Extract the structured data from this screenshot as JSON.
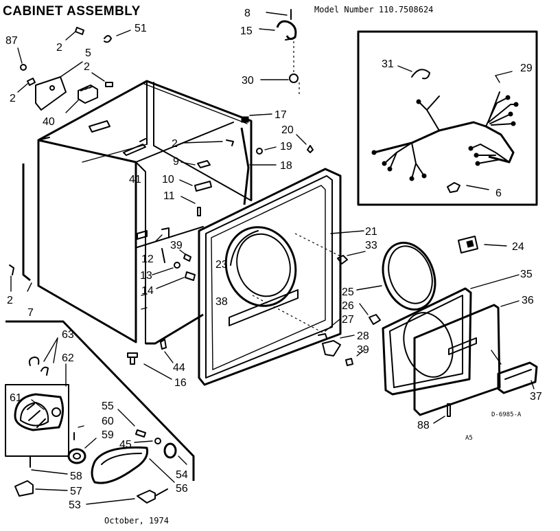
{
  "title": "CABINET ASSEMBLY",
  "model": "Model Number 110.7508624",
  "date": "October, 1974",
  "diagram_code": "D-6985-A",
  "page_code": "A5",
  "callouts": [
    {
      "id": "c2a",
      "text": "2"
    },
    {
      "id": "c51",
      "text": "51"
    },
    {
      "id": "c87",
      "text": "87"
    },
    {
      "id": "c5",
      "text": "5"
    },
    {
      "id": "c2b",
      "text": "2"
    },
    {
      "id": "c2c",
      "text": "2"
    },
    {
      "id": "c40",
      "text": "40"
    },
    {
      "id": "c8",
      "text": "8"
    },
    {
      "id": "c15",
      "text": "15"
    },
    {
      "id": "c30",
      "text": "30"
    },
    {
      "id": "c17",
      "text": "17"
    },
    {
      "id": "c20",
      "text": "20"
    },
    {
      "id": "c2d",
      "text": "2"
    },
    {
      "id": "c19",
      "text": "19"
    },
    {
      "id": "c9",
      "text": "9"
    },
    {
      "id": "c18",
      "text": "18"
    },
    {
      "id": "c41",
      "text": "41"
    },
    {
      "id": "c10",
      "text": "10"
    },
    {
      "id": "c11",
      "text": "11"
    },
    {
      "id": "c31",
      "text": "31"
    },
    {
      "id": "c29",
      "text": "29"
    },
    {
      "id": "c6",
      "text": "6"
    },
    {
      "id": "c21",
      "text": "21"
    },
    {
      "id": "c33",
      "text": "33"
    },
    {
      "id": "c24",
      "text": "24"
    },
    {
      "id": "c12",
      "text": "12"
    },
    {
      "id": "c39a",
      "text": "39"
    },
    {
      "id": "c23",
      "text": "23"
    },
    {
      "id": "c13",
      "text": "13"
    },
    {
      "id": "c14",
      "text": "14"
    },
    {
      "id": "c38",
      "text": "38"
    },
    {
      "id": "c25",
      "text": "25"
    },
    {
      "id": "c35",
      "text": "35"
    },
    {
      "id": "c26",
      "text": "26"
    },
    {
      "id": "c36",
      "text": "36"
    },
    {
      "id": "c27",
      "text": "27"
    },
    {
      "id": "c28",
      "text": "28"
    },
    {
      "id": "c39b",
      "text": "39"
    },
    {
      "id": "c2e",
      "text": "2"
    },
    {
      "id": "c7",
      "text": "7"
    },
    {
      "id": "c44",
      "text": "44"
    },
    {
      "id": "c16",
      "text": "16"
    },
    {
      "id": "c63",
      "text": "63"
    },
    {
      "id": "c62",
      "text": "62"
    },
    {
      "id": "c61",
      "text": "61"
    },
    {
      "id": "c55",
      "text": "55"
    },
    {
      "id": "c60",
      "text": "60"
    },
    {
      "id": "c59",
      "text": "59"
    },
    {
      "id": "c45",
      "text": "45"
    },
    {
      "id": "c54",
      "text": "54"
    },
    {
      "id": "c56",
      "text": "56"
    },
    {
      "id": "c58",
      "text": "58"
    },
    {
      "id": "c57",
      "text": "57"
    },
    {
      "id": "c53",
      "text": "53"
    },
    {
      "id": "c88",
      "text": "88"
    },
    {
      "id": "c37",
      "text": "37"
    }
  ]
}
